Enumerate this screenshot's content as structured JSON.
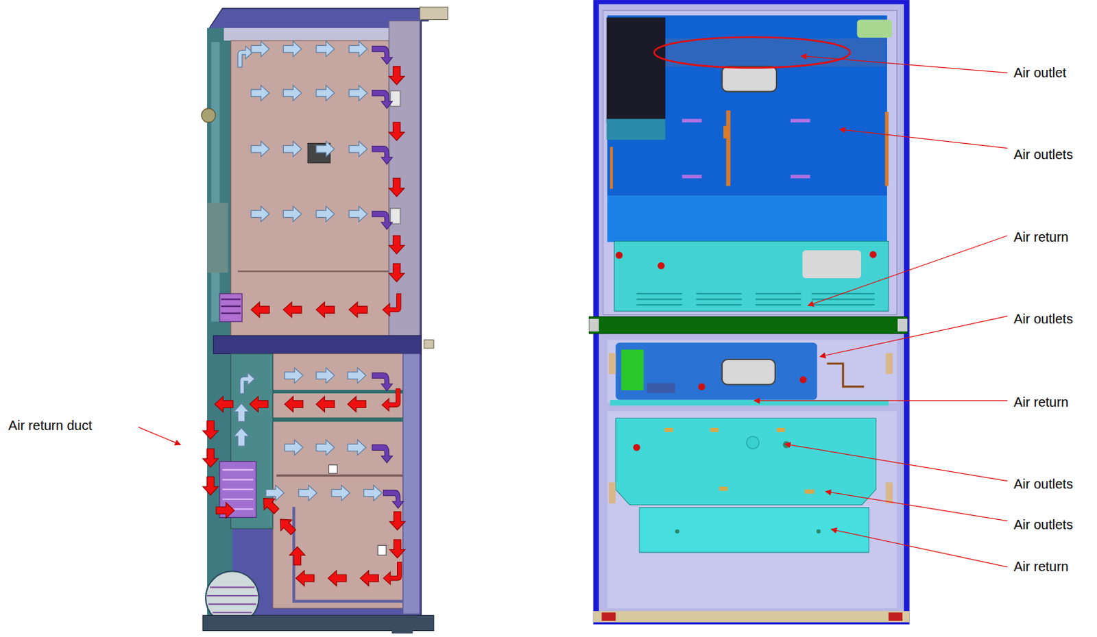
{
  "diagram": {
    "labels": [
      "Air return duct",
      "Air outlet",
      "Air outlets",
      "Air return",
      "Air outlets",
      "Air return",
      "Air outlets",
      "Air outlets",
      "Air return"
    ]
  }
}
